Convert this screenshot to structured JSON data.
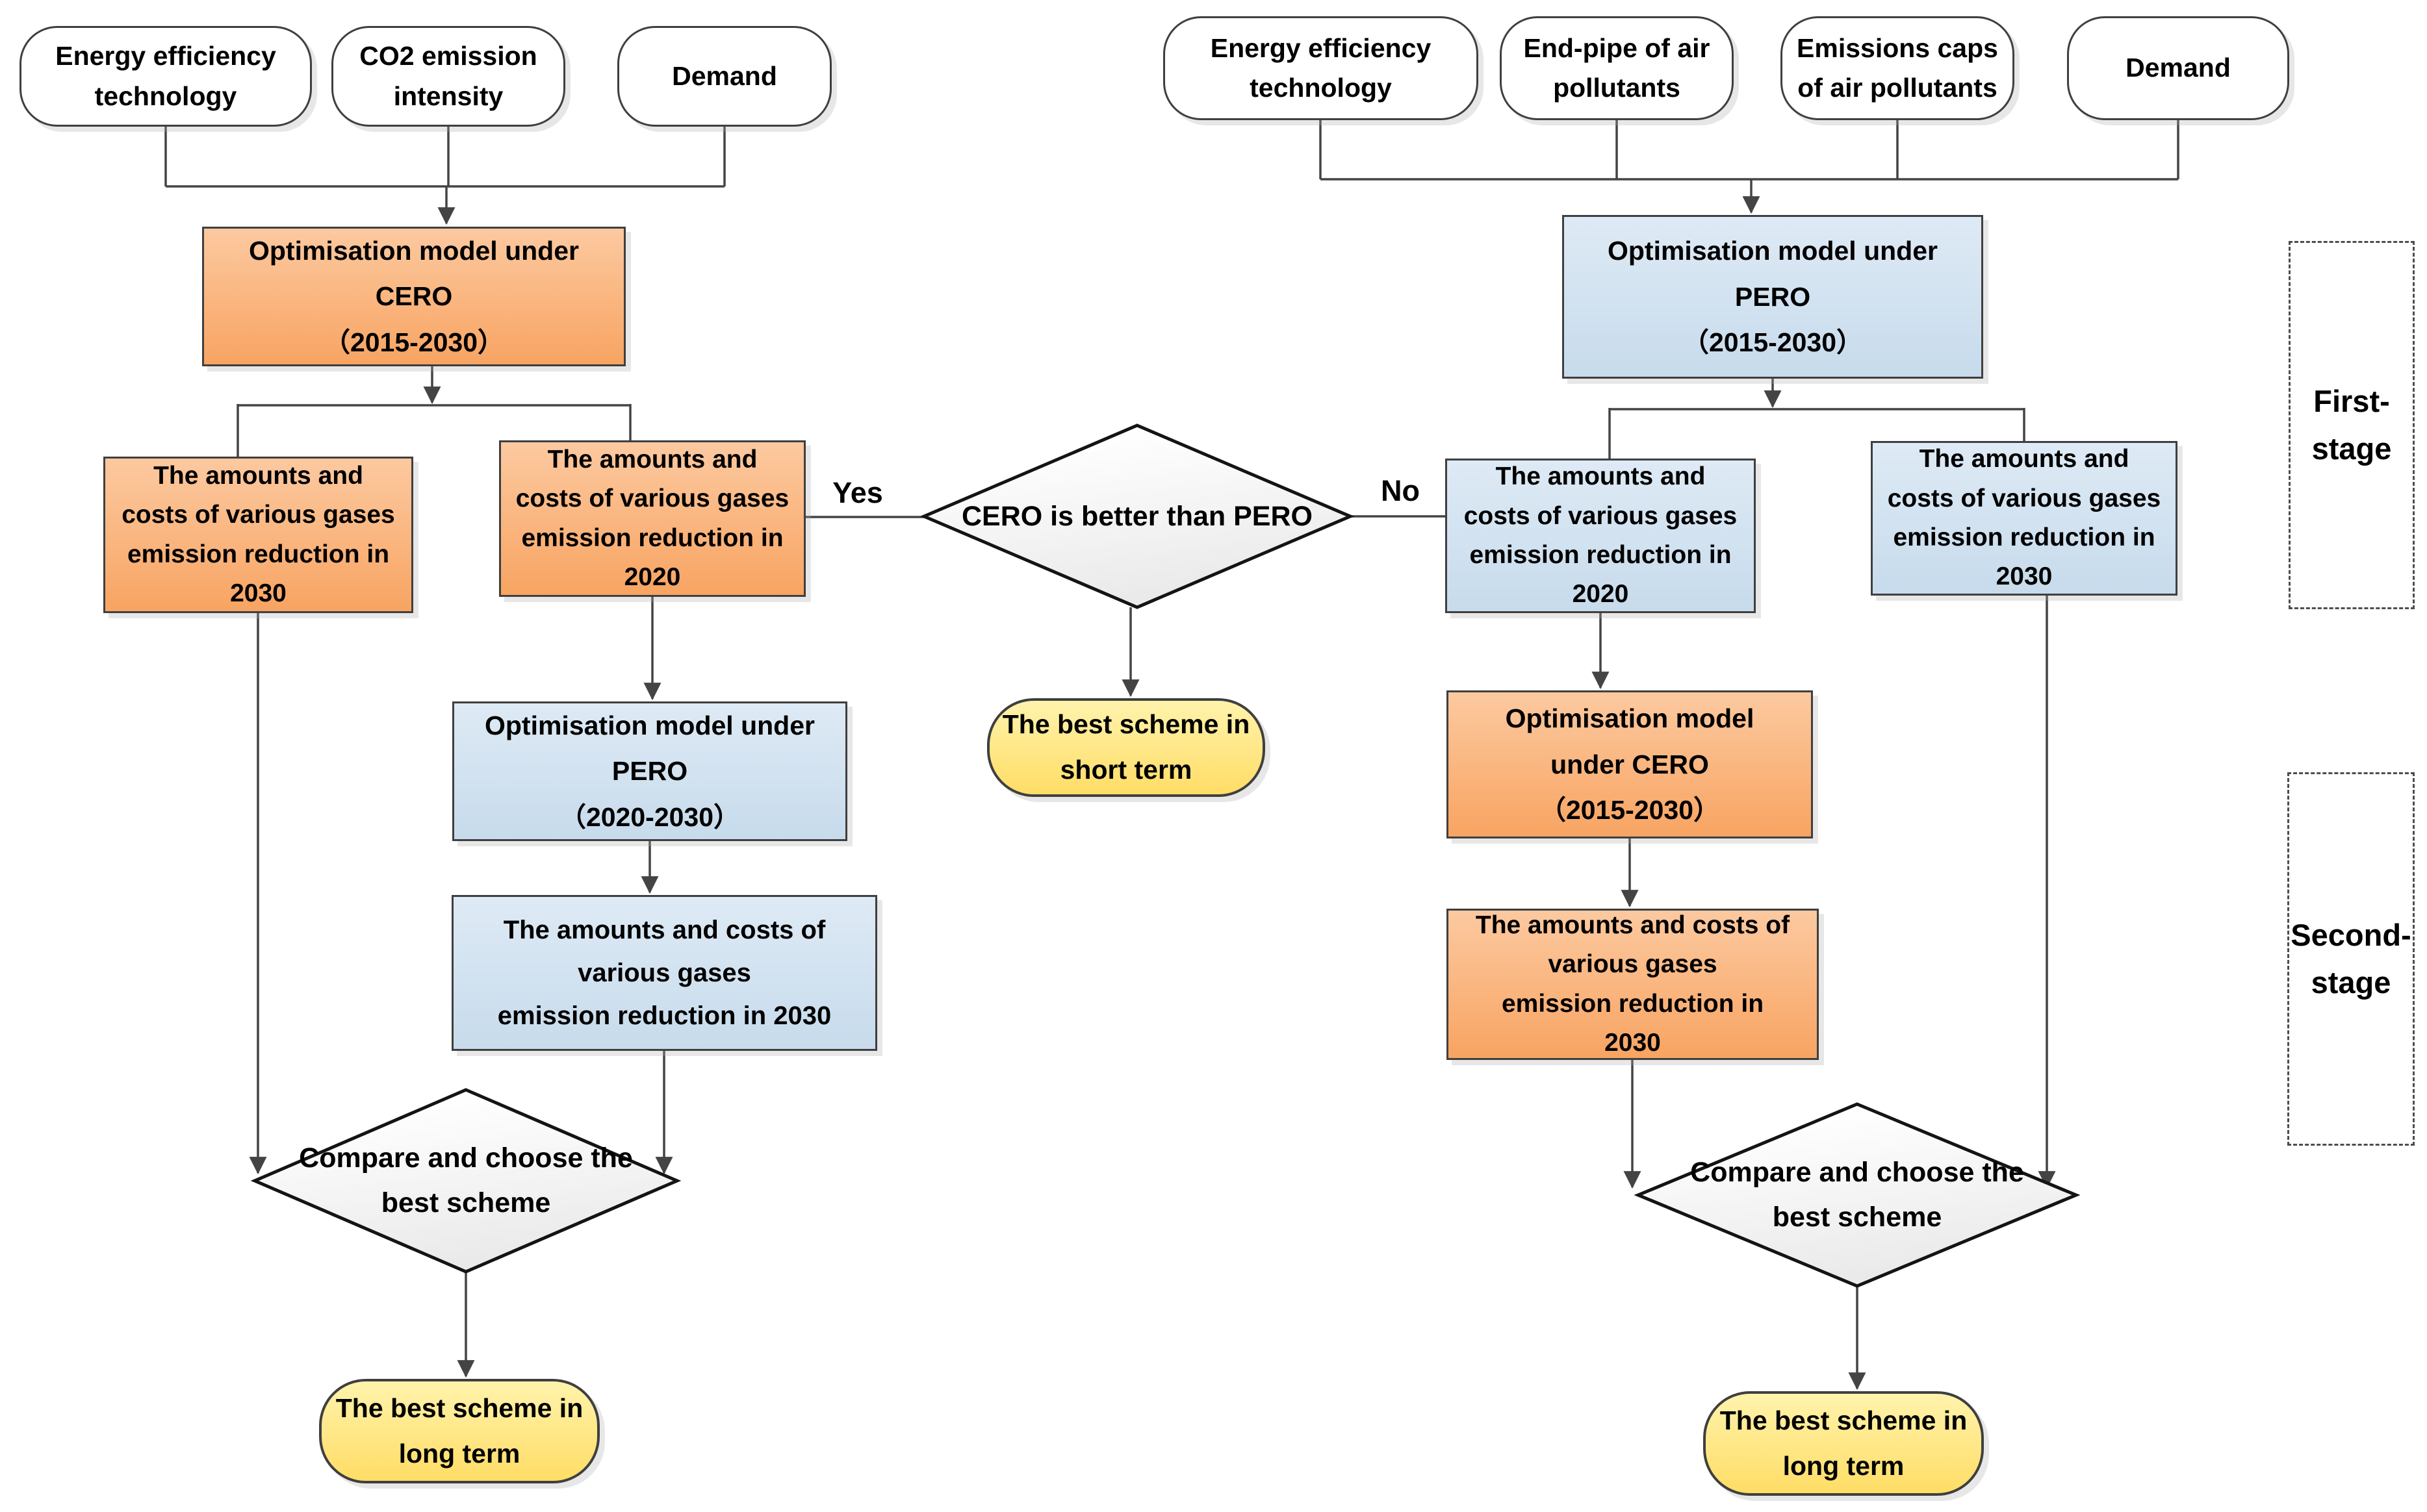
{
  "colors": {
    "line": "#444444",
    "node_border": "#3f3f3f",
    "diamond_border": "#141414",
    "text": "#000000",
    "orange_top": "#fcc9a0",
    "orange_bottom": "#f8a462",
    "blue_top": "#deeaf5",
    "blue_bottom": "#c7dbec",
    "yellow_top": "#fff3ac",
    "yellow_bottom": "#ffdd66",
    "gray_top": "#ffffff",
    "gray_bottom": "#eaeaea",
    "bubble_fill": "#ffffff"
  },
  "nodes": {
    "input_eet_left": {
      "label": "Energy efficiency\ntechnology"
    },
    "input_co2": {
      "label": "CO2 emission\nintensity"
    },
    "input_demand_left": {
      "label": "Demand"
    },
    "model_cero_left": {
      "label": "Optimisation model under\nCERO\n（2015-2030）"
    },
    "result_2030_left": {
      "label": "The amounts and\ncosts of various gases\nemission reduction in\n2030"
    },
    "result_2020_left": {
      "label": "The amounts and\ncosts of various gases\nemission reduction in\n2020"
    },
    "decision_mid": {
      "label": "CERO is better than PERO"
    },
    "scheme_short": {
      "label": "The best scheme in\nshort term"
    },
    "model_pero_left2": {
      "label": "Optimisation model under\nPERO\n（2020-2030）"
    },
    "result_2030_left2": {
      "label": "The amounts and costs of\nvarious gases\nemission reduction in 2030"
    },
    "compare_left": {
      "label": "Compare and choose the\nbest scheme"
    },
    "scheme_long_left": {
      "label": "The best scheme in\nlong term"
    },
    "input_eet_right": {
      "label": "Energy efficiency\ntechnology"
    },
    "input_endpipe": {
      "label": "End-pipe of air\npollutants"
    },
    "input_caps": {
      "label": "Emissions caps\nof air pollutants"
    },
    "input_demand_right": {
      "label": "Demand"
    },
    "model_pero_right": {
      "label": "Optimisation model under\nPERO\n（2015-2030）"
    },
    "result_2020_right": {
      "label": "The amounts and\ncosts of various gases\nemission reduction in\n2020"
    },
    "result_2030_right": {
      "label": "The amounts and\ncosts of various gases\nemission reduction in\n2030"
    },
    "model_cero_right2": {
      "label": "Optimisation model\nunder CERO\n（2015-2030）"
    },
    "result_2030_right2": {
      "label": "The amounts and costs of\nvarious gases\nemission reduction in\n2030"
    },
    "compare_right": {
      "label": "Compare and choose the\nbest scheme"
    },
    "scheme_long_right": {
      "label": "The best scheme in\nlong term"
    }
  },
  "edge_labels": {
    "yes": "Yes",
    "no": "No"
  },
  "stages": {
    "first": {
      "label": "First-\nstage"
    },
    "second": {
      "label": "Second-\nstage"
    }
  }
}
